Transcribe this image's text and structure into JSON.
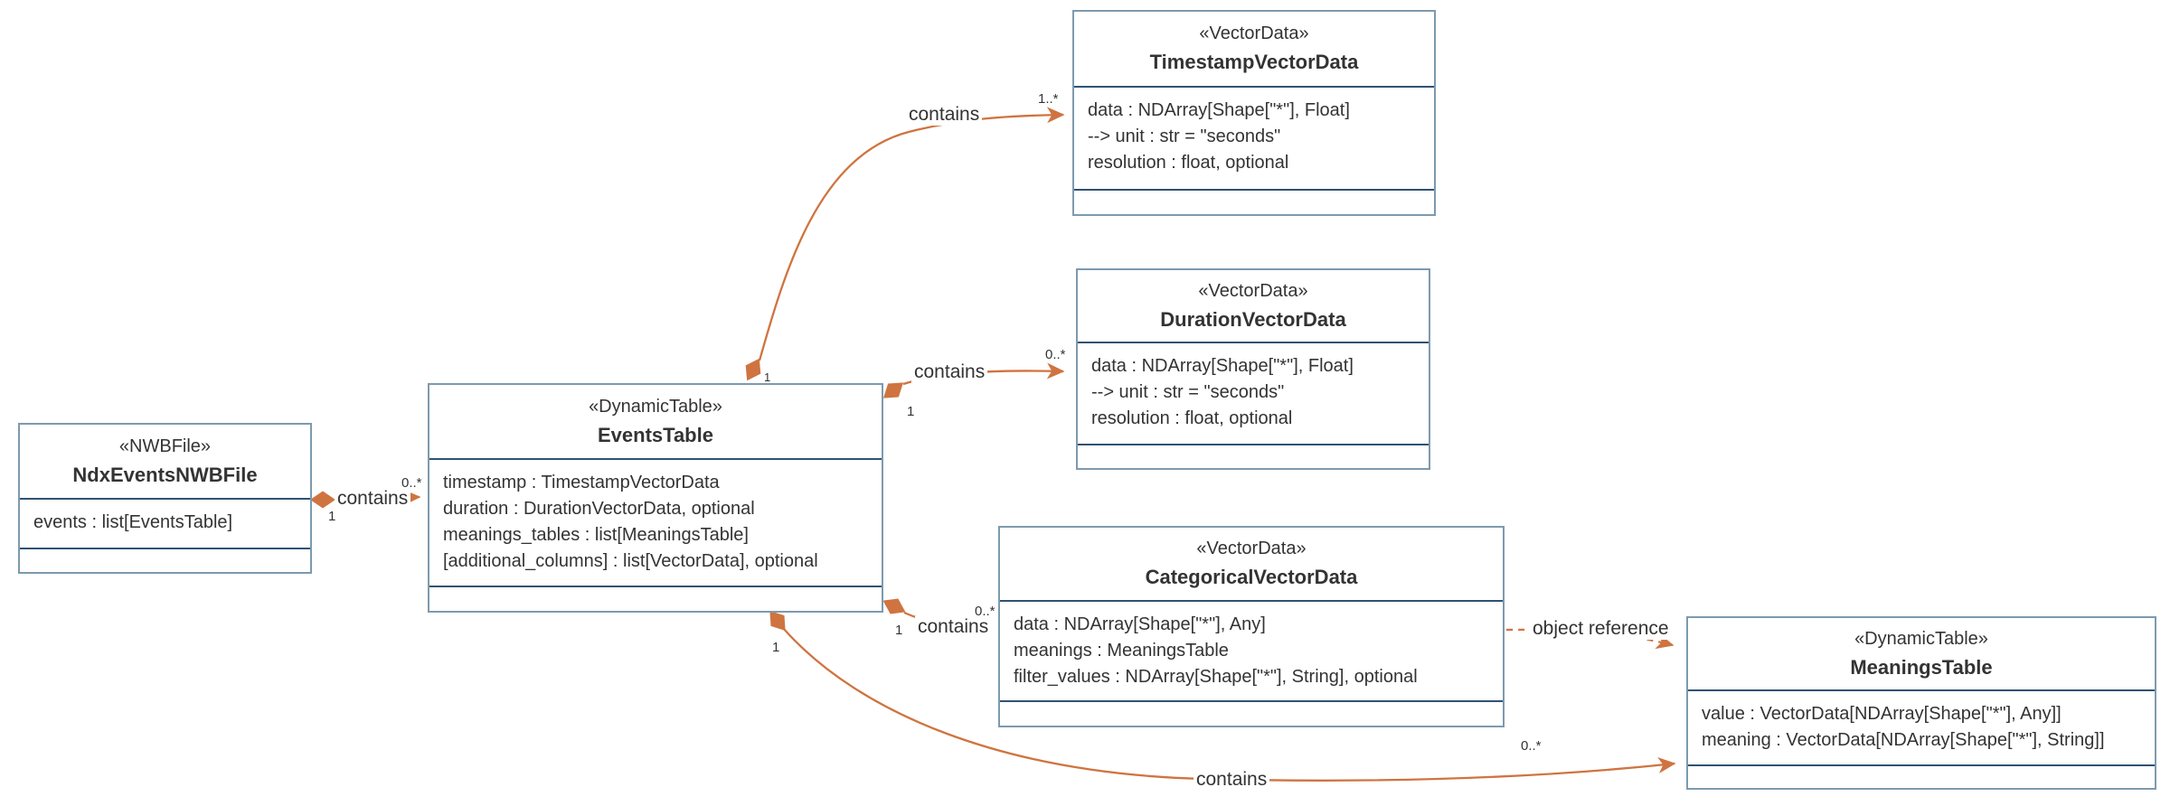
{
  "diagram": {
    "type": "uml-class-diagram",
    "colors": {
      "background": "#ffffff",
      "box_border": "#7d9aae",
      "compartment_line": "#2f5273",
      "edge": "#cf7440",
      "text": "#333333"
    },
    "classes": [
      {
        "id": "TimestampVectorData",
        "stereotype": "«VectorData»",
        "name": "TimestampVectorData",
        "attributes": [
          "data : NDArray[Shape[\"*\"], Float]",
          "--> unit : str = \"seconds\"",
          "resolution : float, optional"
        ]
      },
      {
        "id": "DurationVectorData",
        "stereotype": "«VectorData»",
        "name": "DurationVectorData",
        "attributes": [
          "data : NDArray[Shape[\"*\"], Float]",
          "--> unit : str = \"seconds\"",
          "resolution : float, optional"
        ]
      },
      {
        "id": "EventsTable",
        "stereotype": "«DynamicTable»",
        "name": "EventsTable",
        "attributes": [
          "timestamp : TimestampVectorData",
          "duration : DurationVectorData, optional",
          "meanings_tables : list[MeaningsTable]",
          "[additional_columns] : list[VectorData], optional"
        ]
      },
      {
        "id": "NdxEventsNWBFile",
        "stereotype": "«NWBFile»",
        "name": "NdxEventsNWBFile",
        "attributes": [
          "events : list[EventsTable]"
        ]
      },
      {
        "id": "CategoricalVectorData",
        "stereotype": "«VectorData»",
        "name": "CategoricalVectorData",
        "attributes": [
          "data : NDArray[Shape[\"*\"], Any]",
          "meanings : MeaningsTable",
          "filter_values : NDArray[Shape[\"*\"], String], optional"
        ]
      },
      {
        "id": "MeaningsTable",
        "stereotype": "«DynamicTable»",
        "name": "MeaningsTable",
        "attributes": [
          "value : VectorData[NDArray[Shape[\"*\"], Any]]",
          "meaning : VectorData[NDArray[Shape[\"*\"], String]]"
        ]
      }
    ],
    "edges": [
      {
        "source": "NdxEventsNWBFile",
        "target": "EventsTable",
        "label": "contains",
        "source_mult": "1",
        "target_mult": "0..*",
        "style": "composition-solid"
      },
      {
        "source": "EventsTable",
        "target": "TimestampVectorData",
        "label": "contains",
        "source_mult": "1",
        "target_mult": "1..*",
        "style": "composition-solid"
      },
      {
        "source": "EventsTable",
        "target": "DurationVectorData",
        "label": "contains",
        "source_mult": "1",
        "target_mult": "0..*",
        "style": "composition-solid"
      },
      {
        "source": "EventsTable",
        "target": "CategoricalVectorData",
        "label": "contains",
        "source_mult": "1",
        "target_mult": "0..*",
        "style": "composition-solid"
      },
      {
        "source": "EventsTable",
        "target": "MeaningsTable",
        "label": "contains",
        "source_mult": "1",
        "target_mult": "0..*",
        "style": "composition-solid"
      },
      {
        "source": "CategoricalVectorData",
        "target": "MeaningsTable",
        "label": "object reference",
        "source_mult": "",
        "target_mult": "",
        "style": "dashed-dependency"
      }
    ]
  }
}
